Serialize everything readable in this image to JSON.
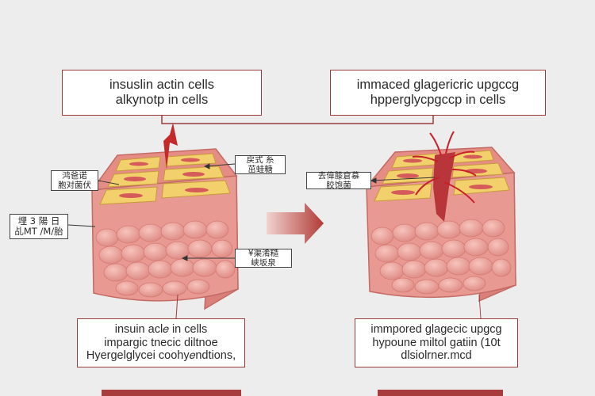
{
  "top_left_box": {
    "line1": "insuslin actin cells",
    "line2": "alkynotp in cells"
  },
  "top_right_box": {
    "line1": "immaced glagericric upgccg",
    "line2": "hpperglycpgccp in cells"
  },
  "bottom_left_box": {
    "line1": "insuin acl𝑒 in cells",
    "line2": "impargic tnecic diltnoe",
    "line3": "Hyergelglycei coohy𝑒ndtions,"
  },
  "bottom_right_box": {
    "line1": "immpored glagecic upgcg",
    "line2": "hypoune miltol gatiin (10t",
    "line3": "dlsiolrner.mcd"
  },
  "labels": {
    "left_upper": {
      "line1": "鸿爸诺",
      "line2": "胞对菌伏"
    },
    "left_outer": {
      "line1": "埋 3 陽 日",
      "line2": "乩MT /M/胎"
    },
    "mid_upper": {
      "line1": "戻式 糸",
      "line2": "茁蛙糖"
    },
    "mid_lower": {
      "line1": "¥渠淆糙",
      "line2": "峡坂泉"
    },
    "right_upper": {
      "line1": "去偉膝倉慕",
      "line2": "胶饱菌"
    }
  },
  "colors": {
    "accent": "#a83b3b",
    "tissue_pink": "#e89a92",
    "fat_yellow": "#f2d06b",
    "background": "#ededed"
  }
}
